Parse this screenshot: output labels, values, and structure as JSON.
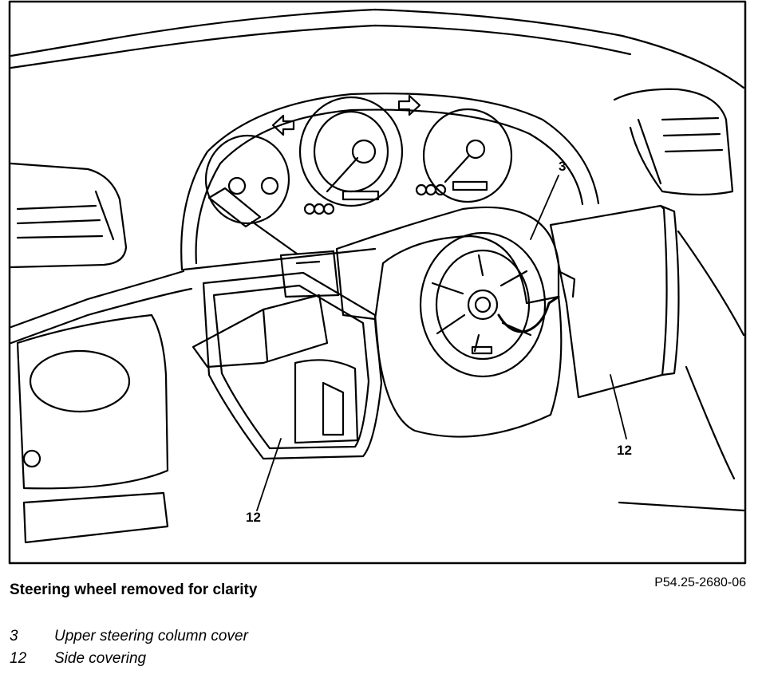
{
  "figure": {
    "caption": "Steering wheel removed for clarity",
    "figure_id": "P54.25-2680-06",
    "callouts": {
      "upper_cover": "3",
      "side_left": "12",
      "side_right": "12"
    }
  },
  "legend": [
    {
      "number": "3",
      "description": "Upper steering column cover"
    },
    {
      "number": "12",
      "description": "Side covering"
    }
  ]
}
